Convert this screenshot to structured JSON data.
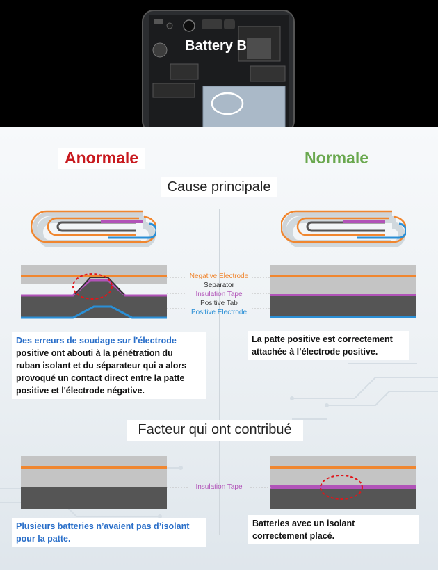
{
  "header": {
    "phone_label": "Battery B"
  },
  "columns": {
    "left_title": "Anormale",
    "right_title": "Normale",
    "left_color": "#c8191e",
    "right_color": "#6aa84f"
  },
  "section1": {
    "heading": "Cause principale"
  },
  "legend": {
    "items": [
      {
        "label": "Negative Electrode",
        "color": "#f0862f"
      },
      {
        "label": "Separator",
        "color": "#333333"
      },
      {
        "label": "Insulation Tape",
        "color": "#b153b8"
      },
      {
        "label": "Positive Tab",
        "color": "#444444"
      },
      {
        "label": "Positive Electrode",
        "color": "#2a8fd6"
      }
    ]
  },
  "descriptions": {
    "left_1_highlight": "Des erreurs de soudage sur l'électrode",
    "left_1_rest_line1": "positive ont abouti à la pénétration du",
    "left_1_rest_line2": "ruban isolant et du séparateur qui a alors",
    "left_1_rest_line3": "provoqué un contact direct entre la patte",
    "left_1_rest_line4": "positive et l'électrode négative.",
    "right_1_line1": "La patte positive est correctement",
    "right_1_line2": "attachée à l’électrode positive.",
    "left_2_line1": "Plusieurs batteries n’avaient pas d’isolant",
    "left_2_line2": "pour la patte.",
    "right_2_line1": "Batteries avec un isolant",
    "right_2_line2": "correctement placé."
  },
  "section2": {
    "heading": "Facteur qui ont contribué",
    "legend_label": "Insulation Tape"
  },
  "colors": {
    "orange": "#f0862f",
    "purple": "#b153b8",
    "blue": "#2a8fd6",
    "dark_gray": "#555555",
    "light_gray": "#c4c4c4",
    "highlight_blue": "#2a6fc9",
    "marker_red": "#e0161b"
  }
}
